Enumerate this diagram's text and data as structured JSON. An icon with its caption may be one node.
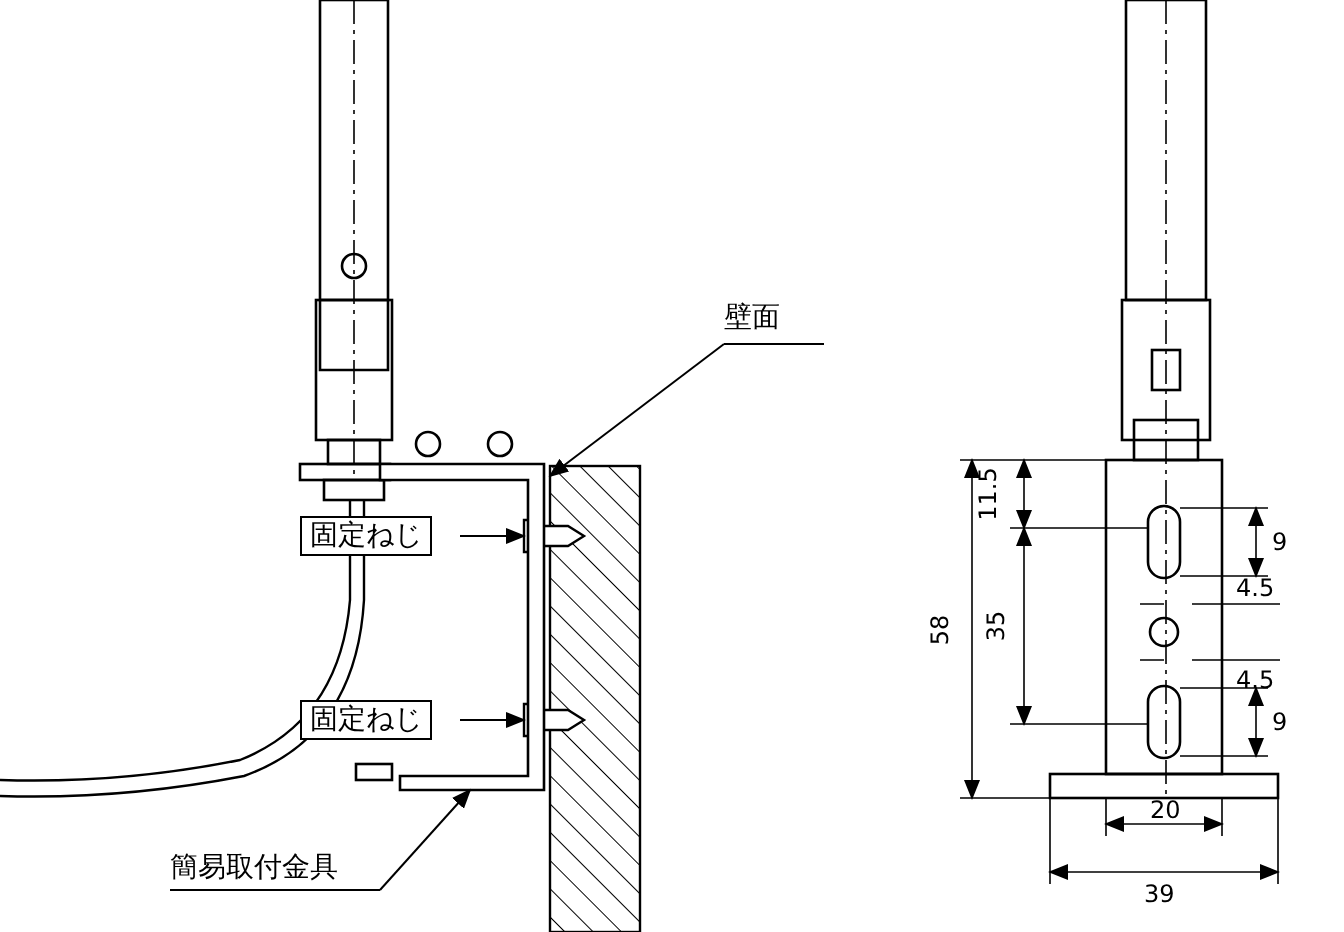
{
  "diagram": {
    "nodes": [
      {
        "text": [
          "壁面"
        ]
      },
      {
        "text": [],
        "shape": "box"
      },
      {
        "text": [
          "固定ねじ"
        ]
      },
      {
        "text": [],
        "shape": "picture"
      },
      {
        "text": [
          "固定ねじ"
        ]
      },
      {
        "text": [],
        "shape": "picture"
      },
      {
        "text": [
          "簡易取付金具"
        ]
      },
      {
        "text": [],
        "shape": "picture"
      }
    ],
    "edges": [
      {
        "from": 0,
        "to": 1,
        "arrow": "to"
      },
      {
        "from": 2,
        "to": 3,
        "arrow": "to"
      },
      {
        "from": 4,
        "to": 5,
        "arrow": "to"
      },
      {
        "from": 6,
        "to": 7,
        "arrow": "to"
      }
    ],
    "labels": [
      "11.5",
      "9",
      "4.5",
      "58",
      "35",
      "4.5",
      "9",
      "20",
      "39"
    ]
  }
}
